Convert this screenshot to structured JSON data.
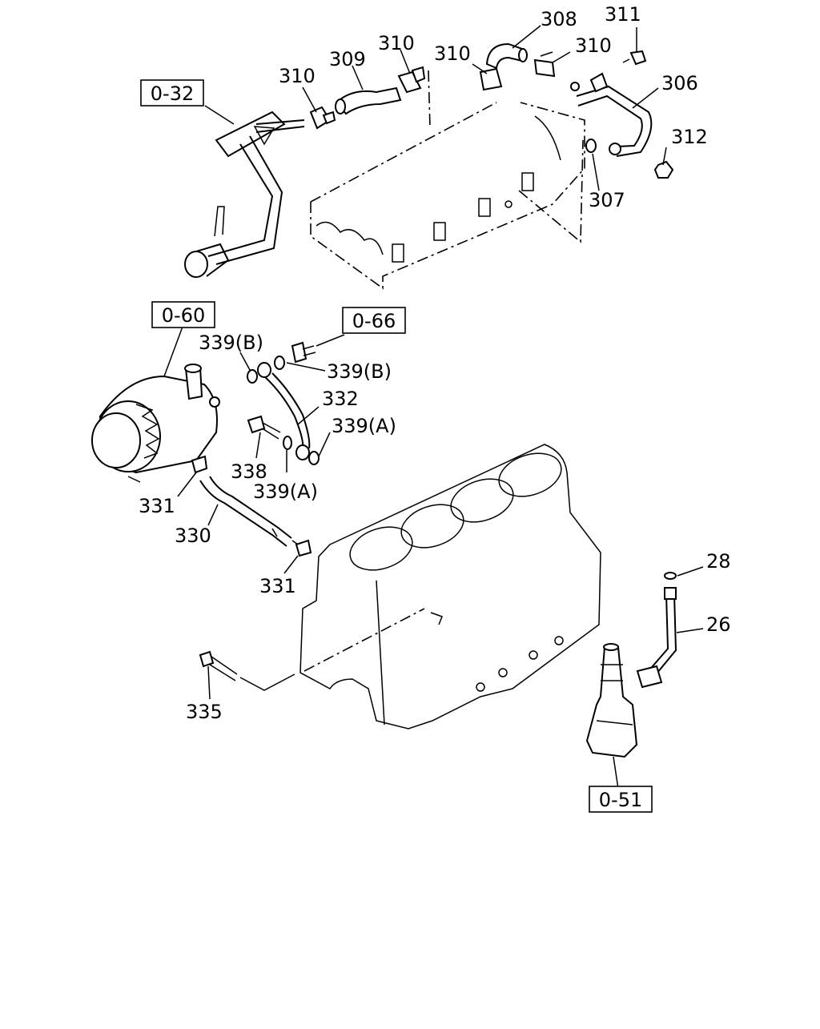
{
  "ref_boxes": {
    "r032": "0-32",
    "r060": "0-60",
    "r066": "0-66",
    "r051": "0-51"
  },
  "callouts": {
    "c308": "308",
    "c311": "311",
    "c310_a": "310",
    "c310_b": "310",
    "c310_c": "310",
    "c310_d": "310",
    "c309": "309",
    "c306": "306",
    "c312": "312",
    "c307": "307",
    "c339b_1": "339(B)",
    "c339b_2": "339(B)",
    "c332": "332",
    "c339a_1": "339(A)",
    "c339a_2": "339(A)",
    "c338": "338",
    "c331_1": "331",
    "c331_2": "331",
    "c330": "330",
    "c335": "335",
    "c28": "28",
    "c26": "26"
  }
}
